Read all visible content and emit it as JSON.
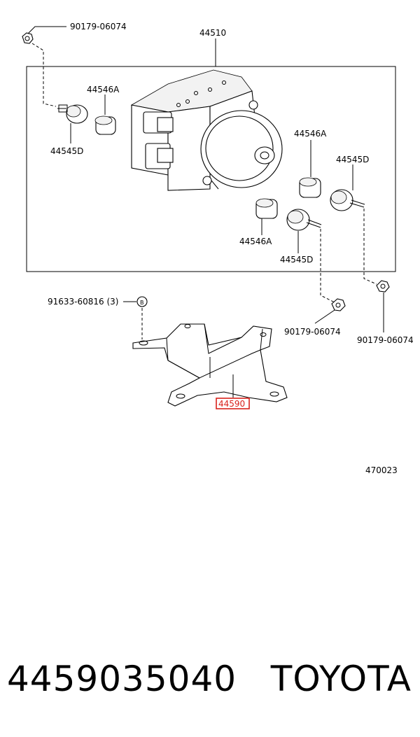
{
  "diagram": {
    "labels": {
      "nut_top_left": "90179-06074",
      "actuator": "44510",
      "cushion_left": "44546A",
      "bushing_left": "44545D",
      "cushion_right": "44546A",
      "bushing_right": "44545D",
      "cushion_bottom": "44546A",
      "bushing_bottom": "44545D",
      "bolt_bracket": "91633-60816 (3)",
      "nut_mid": "90179-06074",
      "nut_right": "90179-06074",
      "bracket": "44590",
      "diagram_code": "470023"
    },
    "highlight_color": "#d9221c"
  },
  "footer": {
    "part_number": "4459035040",
    "brand": "TOYOTA"
  }
}
